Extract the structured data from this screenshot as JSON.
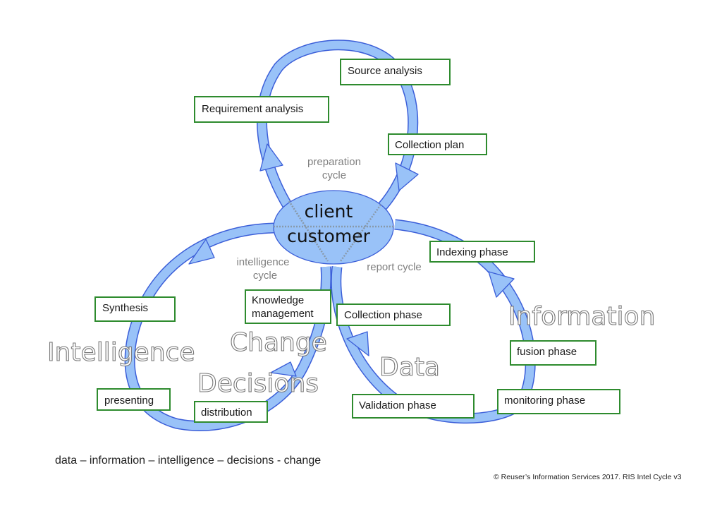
{
  "hub": {
    "line1": "client",
    "line2": "customer"
  },
  "cycles": {
    "preparation": {
      "line1": "preparation",
      "line2": "cycle"
    },
    "intelligence": {
      "line1": "intelligence",
      "line2": "cycle"
    },
    "report": {
      "line1": "report cycle"
    }
  },
  "phases": {
    "preparation": [
      "Requirement analysis",
      "Source analysis",
      "Collection plan"
    ],
    "intelligence": [
      "Synthesis",
      "presenting",
      "distribution",
      "Knowledge",
      "management"
    ],
    "report": [
      "Indexing phase",
      "Collection phase",
      "Validation phase",
      "fusion phase",
      "monitoring phase"
    ]
  },
  "big_words": {
    "intelligence": "Intelligence",
    "change": "Change",
    "decisions": "Decisions",
    "data": "Data",
    "information": "Information"
  },
  "footer": {
    "sequence": "data – information – intelligence – decisions - change",
    "copyright": "© Reuser’s Information Services 2017. RIS Intel Cycle v3"
  },
  "colors": {
    "ring_fill": "#99c2f8",
    "ring_outline": "#3b5ed8",
    "box_border": "#2e8b2e",
    "cycle_label": "#808080"
  }
}
